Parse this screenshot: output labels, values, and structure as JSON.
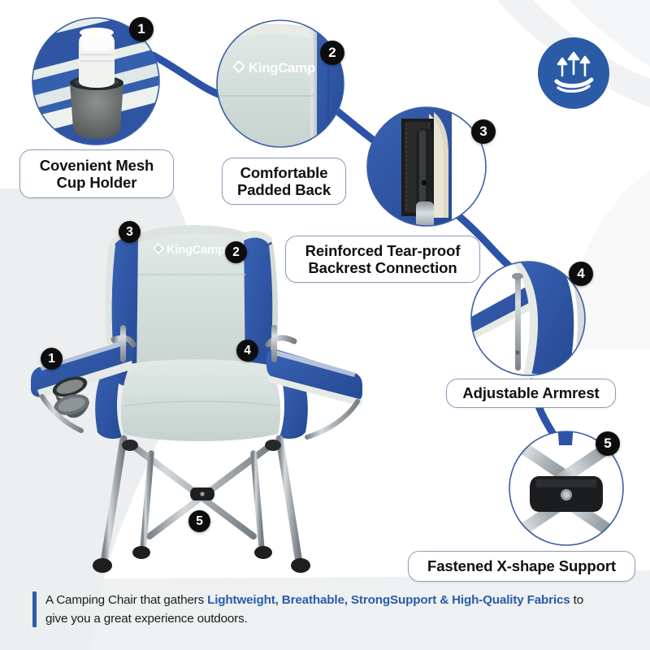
{
  "brand": {
    "name": "KingCamp"
  },
  "colors": {
    "fabric_blue": "#2f55a4",
    "fabric_blue_dark": "#26478f",
    "fabric_gray": "#cfd9d7",
    "fabric_gray_light": "#dfe7e4",
    "frame_gray": "#9aa1a6",
    "connector_blue": "#2d52a8",
    "circle_outline": "#3c5fa5",
    "badge_black": "#0d0d0d",
    "accent_blue": "#2a5cab",
    "bg_panel_gray": "#eceeef",
    "pill_border": "#8e9cb8"
  },
  "features": [
    {
      "number": "1",
      "label": "Covenient Mesh\nCup Holder"
    },
    {
      "number": "2",
      "label": "Comfortable\nPadded Back"
    },
    {
      "number": "3",
      "label": "Reinforced Tear-proof\nBackrest Connection"
    },
    {
      "number": "4",
      "label": "Adjustable Armrest"
    },
    {
      "number": "5",
      "label": "Fastened X-shape Support"
    }
  ],
  "chair_badges": [
    {
      "number": "1"
    },
    {
      "number": "2"
    },
    {
      "number": "3"
    },
    {
      "number": "4"
    },
    {
      "number": "5"
    }
  ],
  "breathable_icon": {
    "name": "breathable-fabric-icon"
  },
  "caption": {
    "lead": "A Camping Chair that gathers ",
    "highlight1": "Lightweight, Breathable, Strong",
    "highlight2": "Support & High-Quality Fabrics",
    "tail": " to give you a great experience outdoors."
  }
}
